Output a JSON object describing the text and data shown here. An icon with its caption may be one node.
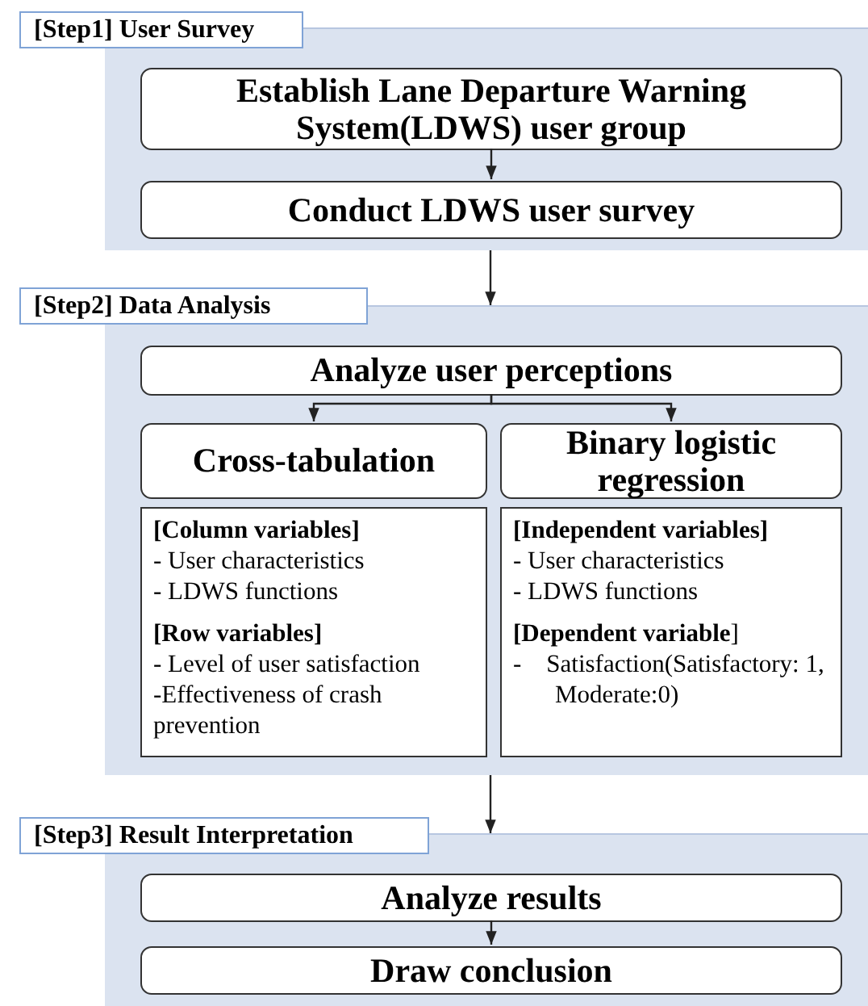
{
  "diagram": {
    "nodes": [
      {
        "text": [
          "[Step1] User Survey"
        ]
      },
      {
        "text": [
          "Establish Lane Departure Warning System(LDWS) user group"
        ],
        "in": 0
      },
      {
        "text": [
          "Conduct LDWS user survey"
        ],
        "in": 0
      },
      {
        "text": [
          "[Step2] Data Analysis"
        ]
      },
      {
        "text": [
          "Analyze user perceptions"
        ],
        "in": 3
      },
      {
        "text": [
          "Cross-tabulation"
        ],
        "in": 3
      },
      {
        "text": [
          "Binary logistic regression"
        ],
        "in": 3
      },
      {
        "text": [
          "[Column variables]",
          "- User characteristics",
          "- LDWS functions",
          "[Row variables]",
          "- Level of user satisfaction",
          "-Effectiveness of crash prevention"
        ],
        "in": 3
      },
      {
        "text": [
          "[Independent variables]",
          "- User characteristics",
          "- LDWS functions",
          "**[Dependent variable**]",
          "-    Satisfaction(Satisfactory: 1, Moderate:0)"
        ],
        "in": 3
      },
      {
        "text": [
          "[Step3] Result Interpretation"
        ]
      },
      {
        "text": [
          "Analyze results"
        ],
        "in": 9
      },
      {
        "text": [
          "Draw conclusion"
        ],
        "in": 9
      }
    ],
    "edges": [
      {
        "from": 1,
        "to": 2,
        "arrow": "to"
      },
      {
        "from": 0,
        "to": 3,
        "arrow": "to"
      },
      {
        "from": 4,
        "to": 5,
        "arrow": "to"
      },
      {
        "from": 4,
        "to": 6,
        "arrow": "to"
      },
      {
        "from": 3,
        "to": 9,
        "arrow": "to"
      },
      {
        "from": 10,
        "to": 11,
        "arrow": "to"
      }
    ]
  }
}
